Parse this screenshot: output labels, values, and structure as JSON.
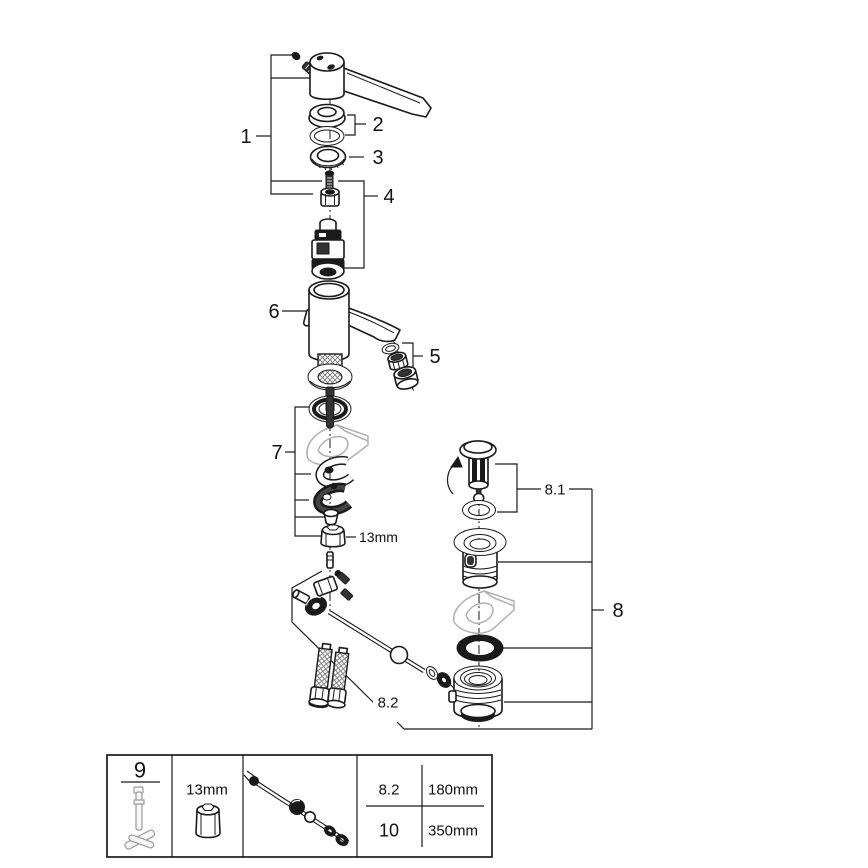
{
  "callouts": {
    "c1": "1",
    "c2": "2",
    "c3": "3",
    "c4": "4",
    "c5": "5",
    "c6": "6",
    "c7": "7",
    "c8": "8",
    "c81": "8.1",
    "c82": "8.2",
    "wrench": "13mm"
  },
  "legend_table": {
    "tool_ref": "9",
    "nut_size": "13mm",
    "specs": [
      {
        "ref": "8.2",
        "length": "180mm"
      },
      {
        "ref": "10",
        "length": "350mm"
      }
    ]
  },
  "colors": {
    "line": "#1a1a1a",
    "ghost": "#b0b0b0",
    "background": "#ffffff"
  }
}
